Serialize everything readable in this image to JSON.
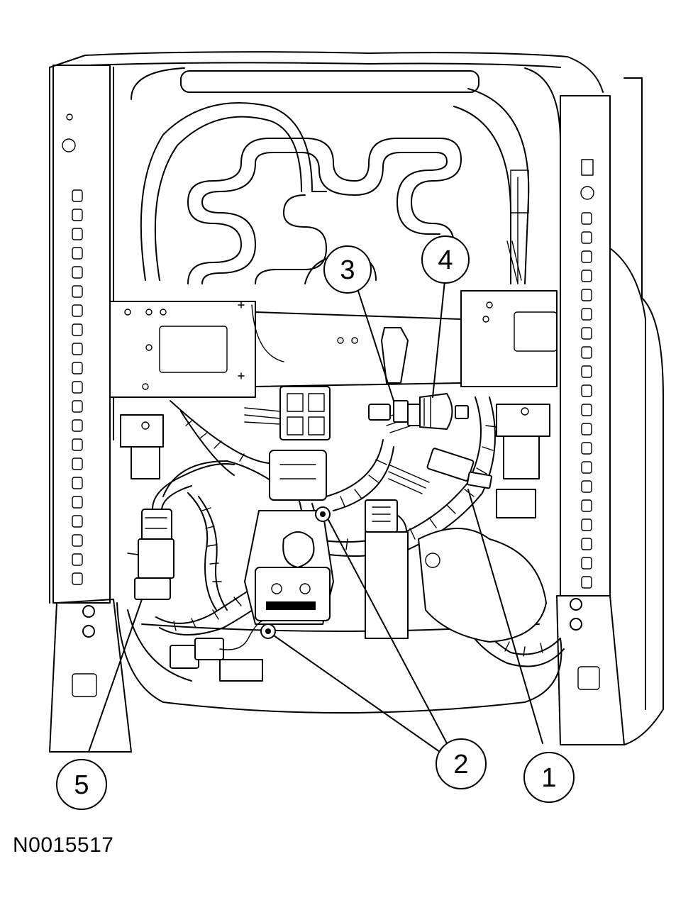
{
  "figure": {
    "id_label": "N0015517"
  },
  "callouts": [
    {
      "number": "1",
      "part": "connector"
    },
    {
      "number": "2",
      "part": "module-fasteners"
    },
    {
      "number": "3",
      "part": "connector"
    },
    {
      "number": "4",
      "part": "connector"
    },
    {
      "number": "5",
      "part": "connector"
    }
  ],
  "colors": {
    "line": "#000000",
    "background": "#ffffff"
  }
}
